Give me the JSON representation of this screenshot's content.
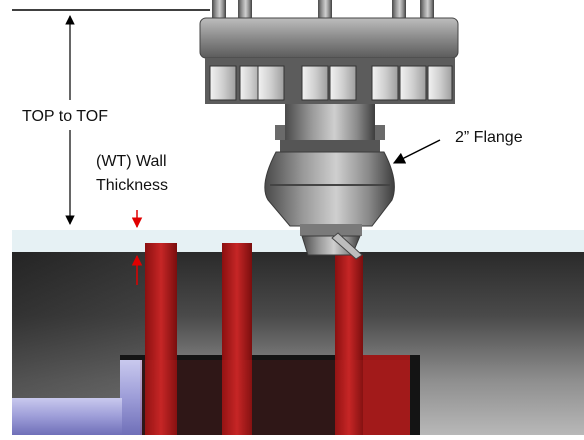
{
  "labels": {
    "top_to_tof": "TOP to TOF",
    "wall_thickness_line1": "(WT) Wall",
    "wall_thickness_line2": "Thickness",
    "flange": "2” Flange"
  },
  "colors": {
    "pipe_dark": "#2b2b2b",
    "pipe_light": "#9a9a9a",
    "surface": "#e6f1f4",
    "red_band": "#b42020",
    "arrow_red": "#e00000",
    "steel": "#6f6f6f",
    "text": "#111111"
  },
  "icons": {
    "dimension_arrow": "double-headed-vertical-arrow",
    "wall_thickness_marker": "red-inward-arrows",
    "flange_pointer": "arrow-pointer"
  }
}
